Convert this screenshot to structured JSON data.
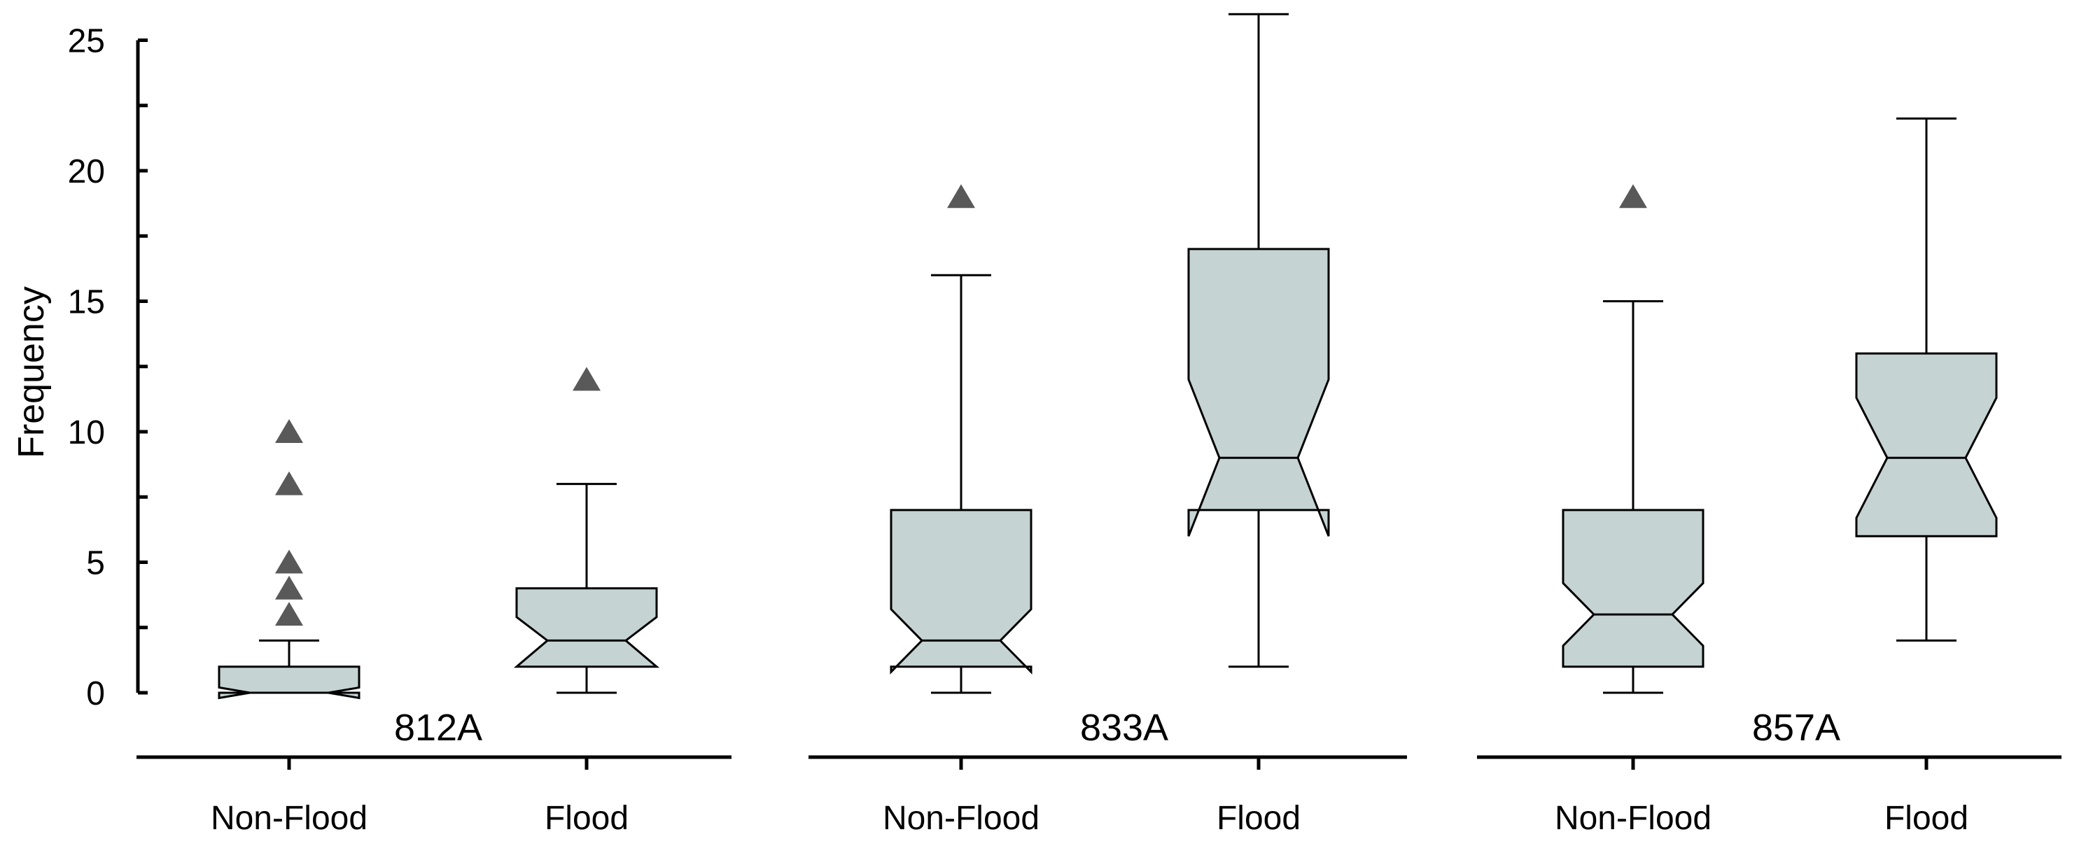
{
  "chart_data": {
    "type": "box",
    "ylabel": "Frequency",
    "ylim": [
      0,
      26
    ],
    "yticks": [
      0,
      5,
      10,
      15,
      20,
      25
    ],
    "colors": {
      "box_fill": "#c5d3d2",
      "stroke": "#000000",
      "outlier": "#595959"
    },
    "groups": [
      {
        "label": "812A",
        "boxes": [
          {
            "category": "Non-Flood",
            "whisker_low": 0,
            "q1": 0,
            "median": 0,
            "q3": 1,
            "whisker_high": 2,
            "notch_low": -0.2,
            "notch_high": 0.2,
            "outliers": [
              3,
              4,
              5,
              8,
              10
            ]
          },
          {
            "category": "Flood",
            "whisker_low": 0,
            "q1": 1,
            "median": 2,
            "q3": 4,
            "whisker_high": 8,
            "notch_low": 1.0,
            "notch_high": 2.9,
            "outliers": [
              12
            ]
          }
        ]
      },
      {
        "label": "833A",
        "boxes": [
          {
            "category": "Non-Flood",
            "whisker_low": 0,
            "q1": 1,
            "median": 2,
            "q3": 7,
            "whisker_high": 16,
            "notch_low": 0.8,
            "notch_high": 3.2,
            "outliers": [
              19
            ]
          },
          {
            "category": "Flood",
            "whisker_low": 1,
            "q1": 7,
            "median": 9,
            "q3": 17,
            "whisker_high": 26,
            "notch_low": 6,
            "notch_high": 12,
            "outliers": []
          }
        ]
      },
      {
        "label": "857A",
        "boxes": [
          {
            "category": "Non-Flood",
            "whisker_low": 0,
            "q1": 1,
            "median": 3,
            "q3": 7,
            "whisker_high": 15,
            "notch_low": 1.8,
            "notch_high": 4.2,
            "outliers": [
              19
            ]
          },
          {
            "category": "Flood",
            "whisker_low": 2,
            "q1": 6,
            "median": 9,
            "q3": 13,
            "whisker_high": 22,
            "notch_low": 6.7,
            "notch_high": 11.3,
            "outliers": []
          }
        ]
      }
    ]
  }
}
